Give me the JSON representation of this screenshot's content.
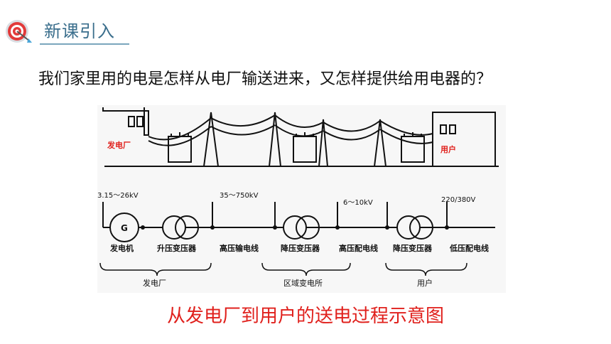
{
  "header": {
    "title": "新课引入",
    "icon": "target-icon"
  },
  "question": "我们家里用的电是怎样从电厂输送进来，又怎样提供给用电器的？",
  "diagram": {
    "scene_labels": {
      "power_plant": "发电厂",
      "user": "用户"
    },
    "voltages": [
      "3.15～26kV",
      "35～750kV",
      "6～10kV",
      "220/380V"
    ],
    "generator_symbol": "G",
    "chain_labels": [
      "发电机",
      "升压变压器",
      "高压输电线",
      "降压变压器",
      "高压配电线",
      "降压变压器",
      "低压配电线"
    ],
    "group_labels": [
      "发电厂",
      "区域变电所",
      "用户"
    ],
    "colors": {
      "scene_label": "#e0201c",
      "line": "#111111"
    }
  },
  "caption": "从发电厂到用户的送电过程示意图"
}
